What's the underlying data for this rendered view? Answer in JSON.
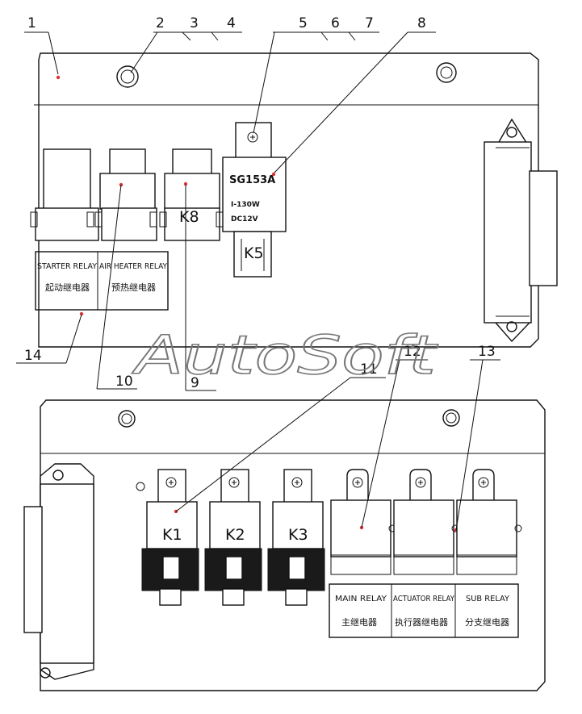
{
  "watermark": "AutoSoft",
  "callouts": [
    "1",
    "2",
    "3",
    "4",
    "5",
    "6",
    "7",
    "8",
    "9",
    "10",
    "11",
    "12",
    "13",
    "14"
  ],
  "top_panel": {
    "relay_k8": "K8",
    "relay_k5": "K5",
    "k5_model": "SG153A",
    "k5_power": "I-130W",
    "k5_voltage": "DC12V",
    "labels": [
      {
        "en": "STARTER RELAY",
        "cn": "起动继电器"
      },
      {
        "en": "AIR HEATER RELAY",
        "cn": "预热继电器"
      }
    ]
  },
  "bottom_panel": {
    "relays": [
      "K1",
      "K2",
      "K3"
    ],
    "labels": [
      {
        "en": "MAIN RELAY",
        "cn": "主继电器"
      },
      {
        "en": "ACTUATOR RELAY",
        "cn": "执行器继电器"
      },
      {
        "en": "SUB RELAY",
        "cn": "分支继电器"
      }
    ]
  }
}
